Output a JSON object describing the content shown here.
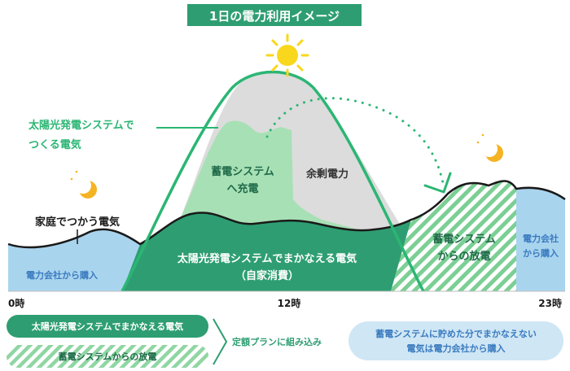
{
  "title": "1日の電力利用イメージ",
  "labels": {
    "solar_generation_line1": "太陽光発電システムで",
    "solar_generation_line2": "つくる電気",
    "storage_charge_line1": "蓄電システム",
    "storage_charge_line2": "へ充電",
    "surplus_power": "余剰電力",
    "household_power": "家庭でつかう電気",
    "self_consumption_line1": "太陽光発電システムでまかなえる電気",
    "self_consumption_line2": "（自家消費）",
    "storage_discharge_line1": "蓄電システム",
    "storage_discharge_line2": "からの放電",
    "purchase_left": "電力会社から購入",
    "purchase_right_line1": "電力会社",
    "purchase_right_line2": "から購入"
  },
  "axis": {
    "tick_start": "0時",
    "tick_mid": "12時",
    "tick_end": "23時"
  },
  "legend": {
    "item_solar": "太陽光発電システムでまかなえる電気",
    "item_storage": "蓄電システムからの放電",
    "plan_note": "定額プランに組み込み",
    "purchase_note_line1": "蓄電システムに貯めた分でまかなえない",
    "purchase_note_line2": "電気は電力会社から購入"
  },
  "icons": {
    "sun": "sun-icon",
    "moon_left": "moon-icon",
    "moon_right": "moon-icon"
  },
  "colors": {
    "title_bg": "#2e9e72",
    "self_consumption": "#2e9e72",
    "charge_area": "#a8e0b5",
    "surplus_area": "#dcdcdc",
    "discharge_stripe": "#7ccf94",
    "purchase_area": "#a9d4ee",
    "purchase_text": "#3a7bbf",
    "solar_outline": "#2bb673",
    "sun": "#f9d71c",
    "moon": "#f5b324"
  }
}
